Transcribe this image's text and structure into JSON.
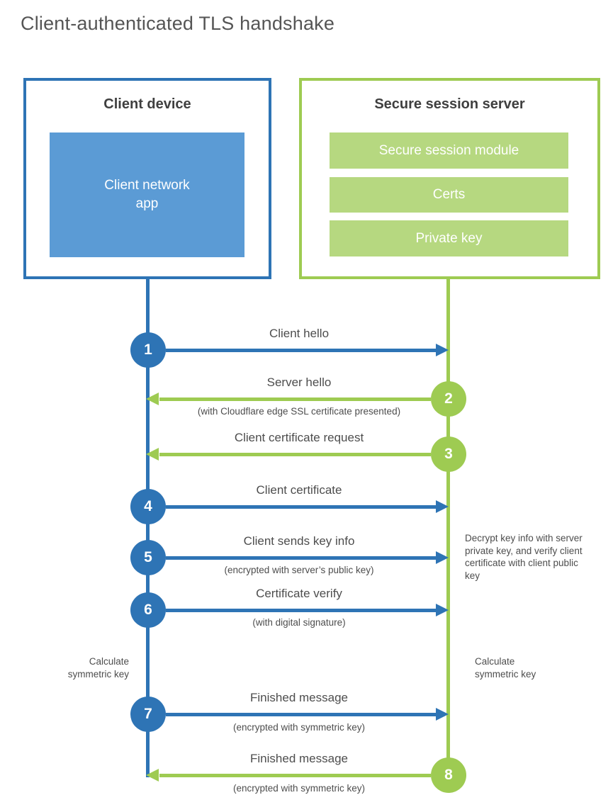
{
  "title": "Client-authenticated TLS handshake",
  "colors": {
    "blue": "#2e74b5",
    "blue-fill": "#5b9bd5",
    "green": "#9ecb52",
    "green-fill": "#b6d880"
  },
  "client_box": {
    "title": "Client device",
    "inner_label": "Client network\napp"
  },
  "server_box": {
    "title": "Secure session server",
    "modules": [
      "Secure session module",
      "Certs",
      "Private key"
    ]
  },
  "steps": [
    {
      "num": "1",
      "from": "client",
      "label": "Client hello",
      "sub": ""
    },
    {
      "num": "2",
      "from": "server",
      "label": "Server hello",
      "sub": "(with Cloudflare edge SSL certificate presented)"
    },
    {
      "num": "3",
      "from": "server",
      "label": "Client certificate request",
      "sub": ""
    },
    {
      "num": "4",
      "from": "client",
      "label": "Client certificate",
      "sub": ""
    },
    {
      "num": "5",
      "from": "client",
      "label": "Client sends key info",
      "sub": "(encrypted with server’s public key)"
    },
    {
      "num": "6",
      "from": "client",
      "label": "Certificate verify",
      "sub": "(with digital signature)"
    },
    {
      "num": "7",
      "from": "client",
      "label": "Finished message",
      "sub": "(encrypted with symmetric key)"
    },
    {
      "num": "8",
      "from": "server",
      "label": "Finished message",
      "sub": "(encrypted with symmetric key)"
    }
  ],
  "annotations": {
    "calc_left": "Calculate\nsymmetric key",
    "calc_right": "Calculate\nsymmetric key",
    "decrypt_note": "Decrypt key info with server private key, and verify client certificate with client public key"
  }
}
